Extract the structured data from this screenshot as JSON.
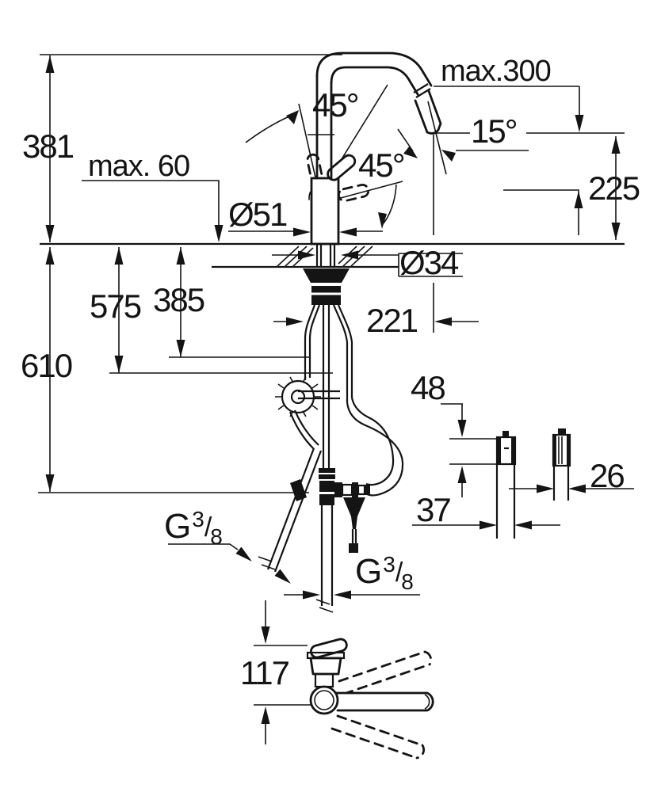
{
  "drawing": {
    "type": "technical-dimension-drawing",
    "subject": "kitchen-faucet-with-pullout-spray",
    "background_color": "#ffffff",
    "line_color": "#141414",
    "labels": {
      "total_height": "381",
      "max_deck_thickness": "max. 60",
      "base_diameter": "Ø51",
      "handle_angle_open": "45°",
      "handle_angle_side": "45°",
      "pullout_hose_length": "max.300",
      "spray_head_angle": "15°",
      "spout_height": "225",
      "hole_diameter": "Ø34",
      "depth_mid": "385",
      "depth_hose": "575",
      "depth_total": "610",
      "spout_reach": "221",
      "accessory_height": "48",
      "accessory_width": "37",
      "accessory2_width": "26",
      "bottom_view_offset": "117",
      "thread_supply": {
        "prefix": "G",
        "numerator": "3",
        "slash": "/",
        "denominator": "8"
      },
      "thread_pullout": {
        "prefix": "G",
        "numerator": "3",
        "slash": "/",
        "denominator": "8"
      }
    }
  }
}
